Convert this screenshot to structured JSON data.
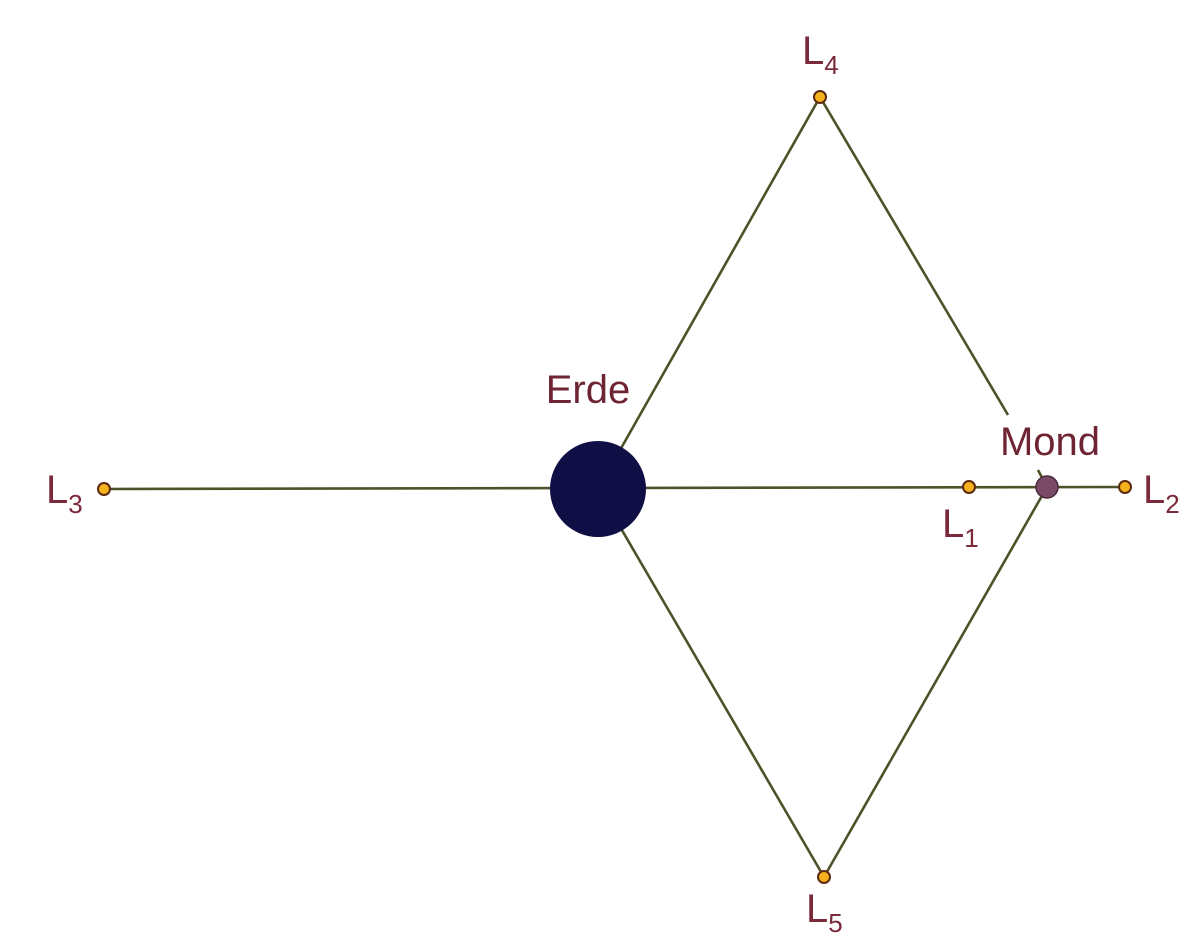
{
  "colors": {
    "line": "#4f5128",
    "point_fill": "#f5b21c",
    "point_stroke": "#5a2a10",
    "earth": "#0f0f45",
    "moon": "#7a4a66",
    "label": "#7a2a3a"
  },
  "bodies": {
    "earth": {
      "label": "Erde"
    },
    "moon": {
      "label": "Mond"
    }
  },
  "points": {
    "L1": {
      "letter": "L",
      "sub": "1"
    },
    "L2": {
      "letter": "L",
      "sub": "2"
    },
    "L3": {
      "letter": "L",
      "sub": "3"
    },
    "L4": {
      "letter": "L",
      "sub": "4"
    },
    "L5": {
      "letter": "L",
      "sub": "5"
    }
  }
}
